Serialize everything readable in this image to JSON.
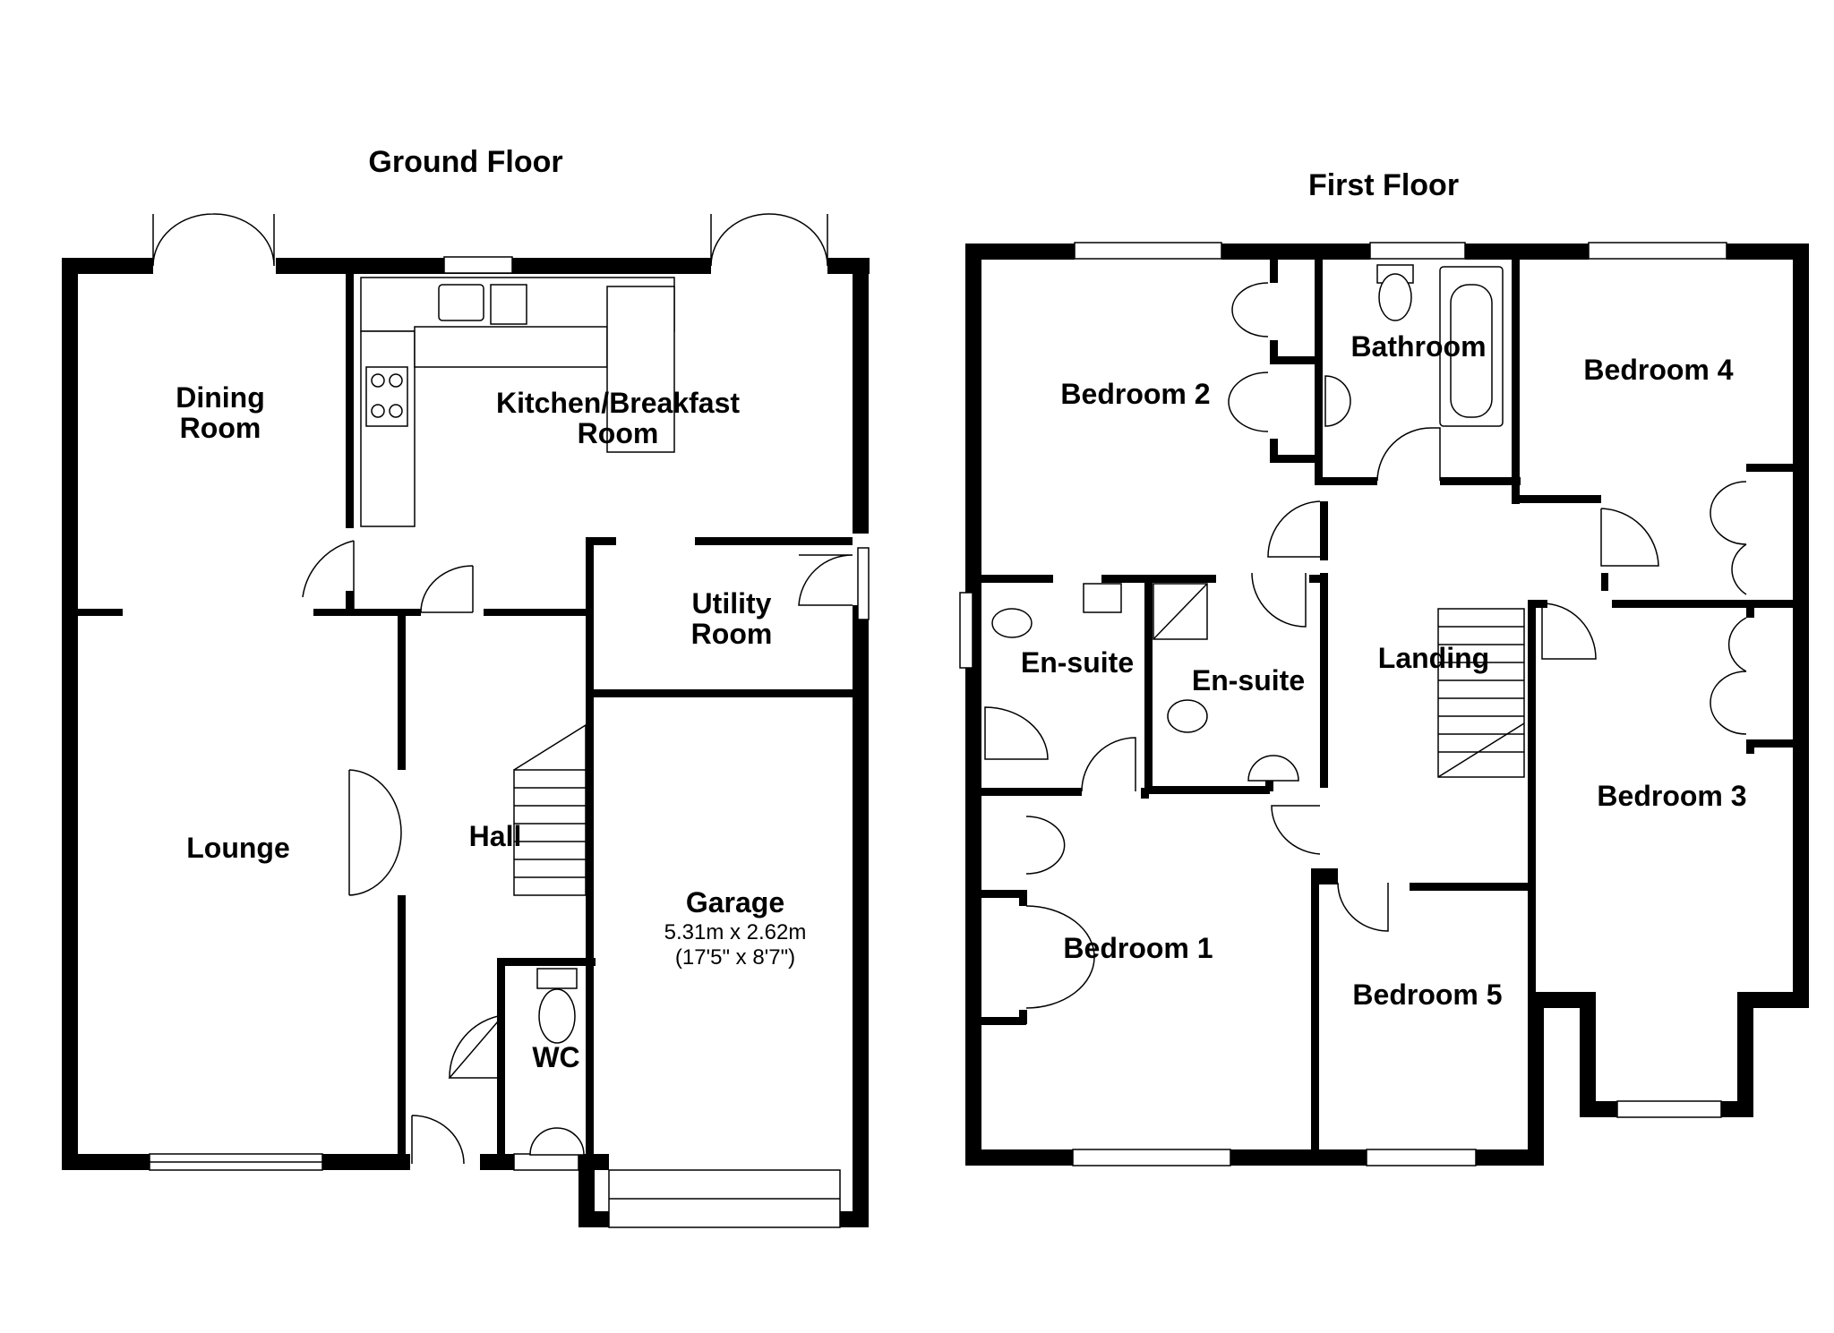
{
  "ground_floor": {
    "title": "Ground Floor",
    "rooms": {
      "dining_room": [
        "Dining",
        "Room"
      ],
      "kitchen": [
        "Kitchen/Breakfast",
        "Room"
      ],
      "utility": [
        "Utility",
        "Room"
      ],
      "lounge": "Lounge",
      "hall": "Hall",
      "wc": "WC",
      "garage": {
        "name": "Garage",
        "dims_metric": "5.31m x 2.62m",
        "dims_imperial": "(17'5\" x 8'7\")"
      }
    }
  },
  "first_floor": {
    "title": "First Floor",
    "rooms": {
      "bedroom1": "Bedroom 1",
      "bedroom2": "Bedroom 2",
      "bedroom3": "Bedroom 3",
      "bedroom4": "Bedroom 4",
      "bedroom5": "Bedroom 5",
      "bathroom": "Bathroom",
      "ensuite1": "En-suite",
      "ensuite2": "En-suite",
      "landing": "Landing"
    }
  }
}
